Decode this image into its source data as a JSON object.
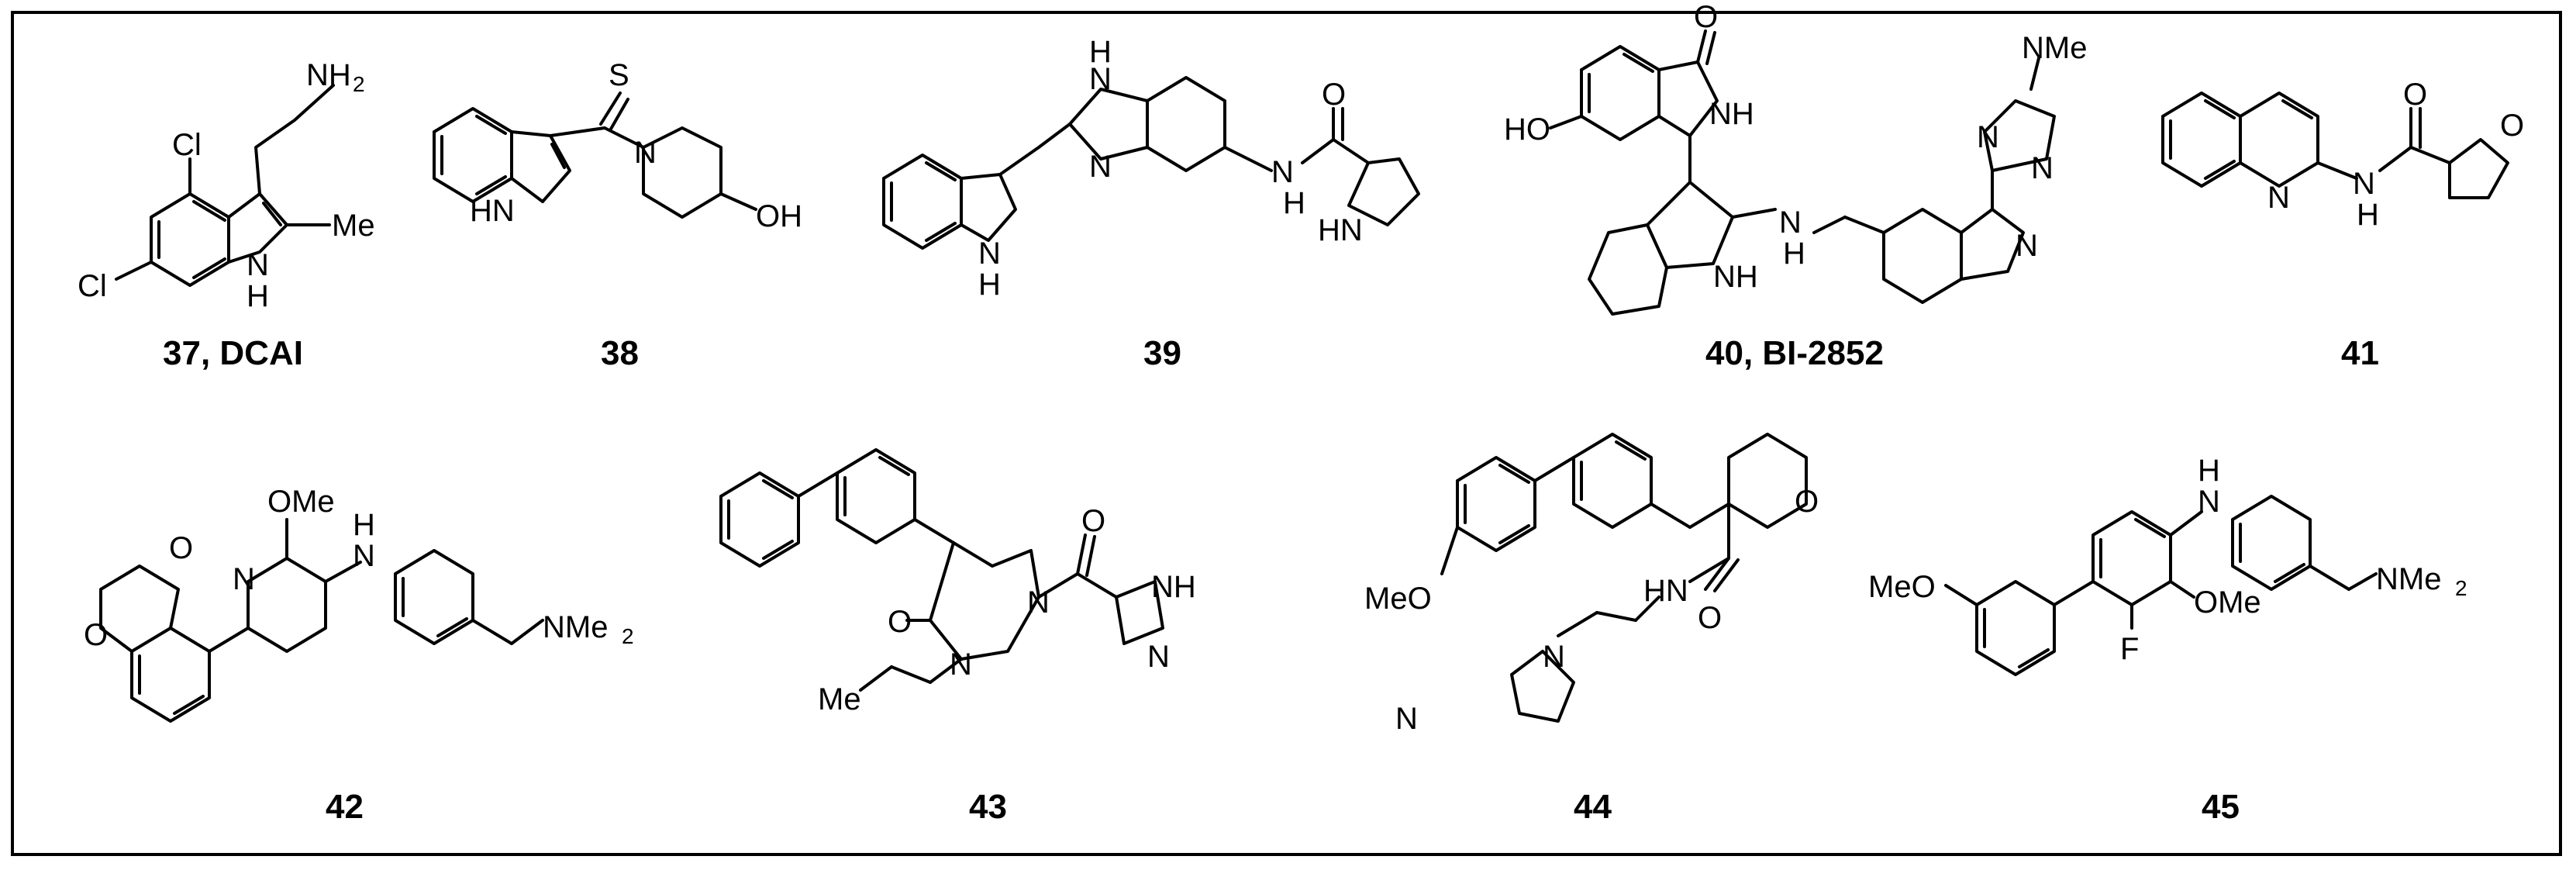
{
  "compounds": [
    {
      "label": "37, DCAI"
    },
    {
      "label": "38"
    },
    {
      "label": "39"
    },
    {
      "label": "40, BI-2852"
    },
    {
      "label": "41"
    },
    {
      "label": "42"
    },
    {
      "label": "43"
    },
    {
      "label": "44"
    },
    {
      "label": "45"
    }
  ],
  "atoms": {
    "nh2": "NH",
    "two": "2",
    "cl": "Cl",
    "me": "Me",
    "n": "N",
    "h": "H",
    "nh": "NH",
    "hn": "HN",
    "s": "S",
    "oh": "OH",
    "o": "O",
    "ho": "HO",
    "ome": "OMe",
    "meo": "MeO",
    "nme": "NMe",
    "f": "F",
    "nh_alt": "NH"
  }
}
